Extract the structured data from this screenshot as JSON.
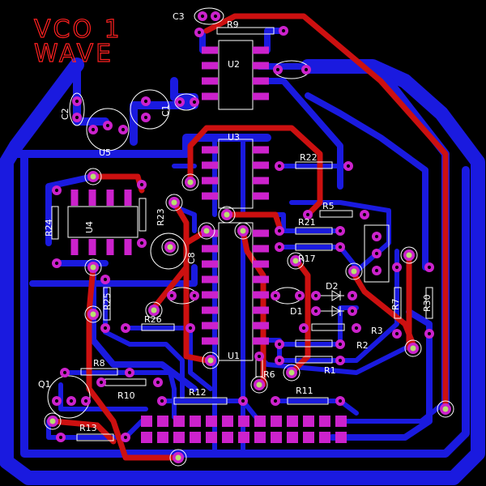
{
  "title": {
    "line1": "VCO 1",
    "line2": "WAVE"
  },
  "colors": {
    "background": "#000000",
    "bottom_copper": "#1a1adf",
    "top_copper": "#cc1010",
    "pad": "#cc22cc",
    "via": "#b8e070",
    "silkscreen": "#ffffff",
    "title_text": "#ff2020"
  },
  "components": {
    "c3": "C3",
    "r9": "R9",
    "u2": "U2",
    "c2": "C2",
    "c1": "C1",
    "u5": "U5",
    "u3": "U3",
    "r22": "R22",
    "r24": "R24",
    "u4": "U4",
    "r23": "R23",
    "r5": "R5",
    "r21": "R21",
    "c8": "C8",
    "r17": "R17",
    "d2": "D2",
    "d1": "D1",
    "r7": "R7",
    "r30": "R30",
    "r25": "R25",
    "r26": "R26",
    "r3": "R3",
    "r2": "R2",
    "u1": "U1",
    "r1": "R1",
    "r8": "R8",
    "r6": "R6",
    "q1": "Q1",
    "r10": "R10",
    "r12": "R12",
    "r11": "R11",
    "r13": "R13"
  }
}
